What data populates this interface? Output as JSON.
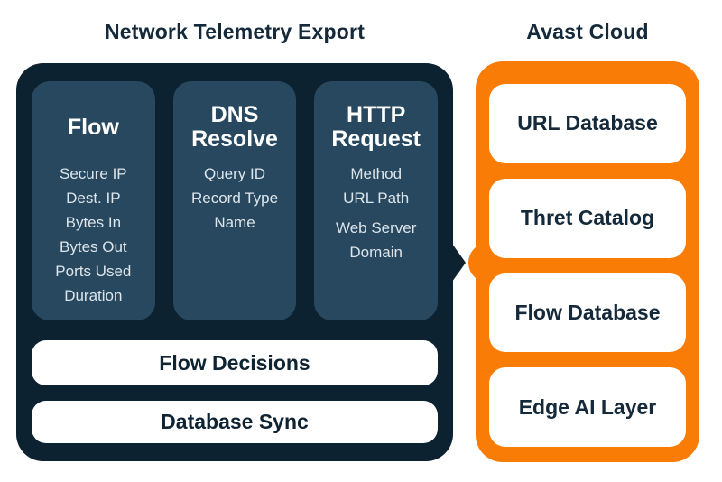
{
  "titles": {
    "left": "Network Telemetry Export",
    "right": "Avast Cloud"
  },
  "telemetry_panel": {
    "columns": [
      {
        "title": "Flow",
        "items": [
          "Secure IP",
          "Dest. IP",
          "Bytes In",
          "Bytes Out",
          "Ports Used",
          "Duration"
        ]
      },
      {
        "title": "DNS Resolve",
        "items": [
          "Query ID",
          "Record Type",
          "Name"
        ]
      },
      {
        "title": "HTTP Request",
        "items": [
          "Method",
          "URL Path",
          "Web Server Domain"
        ]
      }
    ],
    "bars": [
      "Flow Decisions",
      "Database Sync"
    ]
  },
  "cloud_panel": {
    "cards": [
      "URL Database",
      "Thret Catalog",
      "Flow Database",
      "Edge AI Layer"
    ]
  },
  "colors": {
    "background": "#ffffff",
    "panel_dark": "#0d2231",
    "column_blue": "#27485f",
    "orange": "#f97c06",
    "text_navy": "#14293a",
    "item_text": "#dde5eb"
  }
}
